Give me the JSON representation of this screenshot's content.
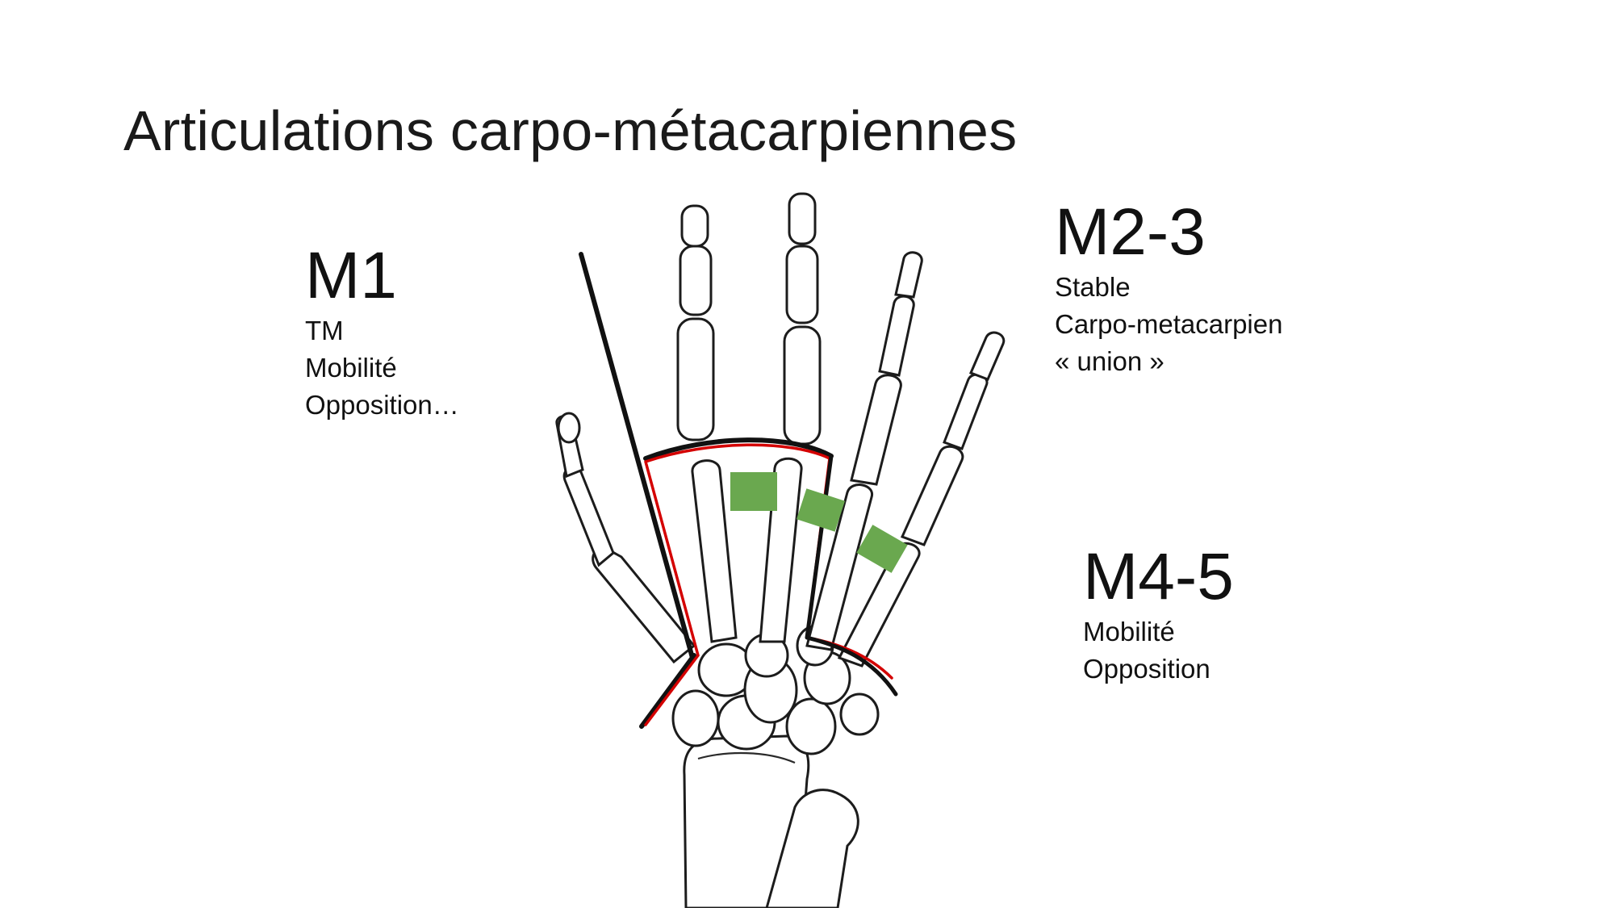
{
  "slide": {
    "title": "Articulations carpo-métacarpiennes"
  },
  "blocks": {
    "m1": {
      "heading": "M1",
      "lines": [
        "TM",
        "Mobilité",
        "Opposition…"
      ]
    },
    "m23": {
      "heading": "M2-3",
      "lines": [
        "Stable",
        "Carpo-metacarpien",
        "« union »"
      ]
    },
    "m45": {
      "heading": "M4-5",
      "lines": [
        "Mobilité",
        "Opposition"
      ]
    }
  },
  "colors": {
    "outline_black": "#111111",
    "outline_red": "#d40000",
    "joint_marker_green": "#6aa84f",
    "bone_stroke": "#1c1c1c",
    "background": "#ffffff"
  },
  "icons": {
    "hand": "hand-skeleton-illustration"
  }
}
